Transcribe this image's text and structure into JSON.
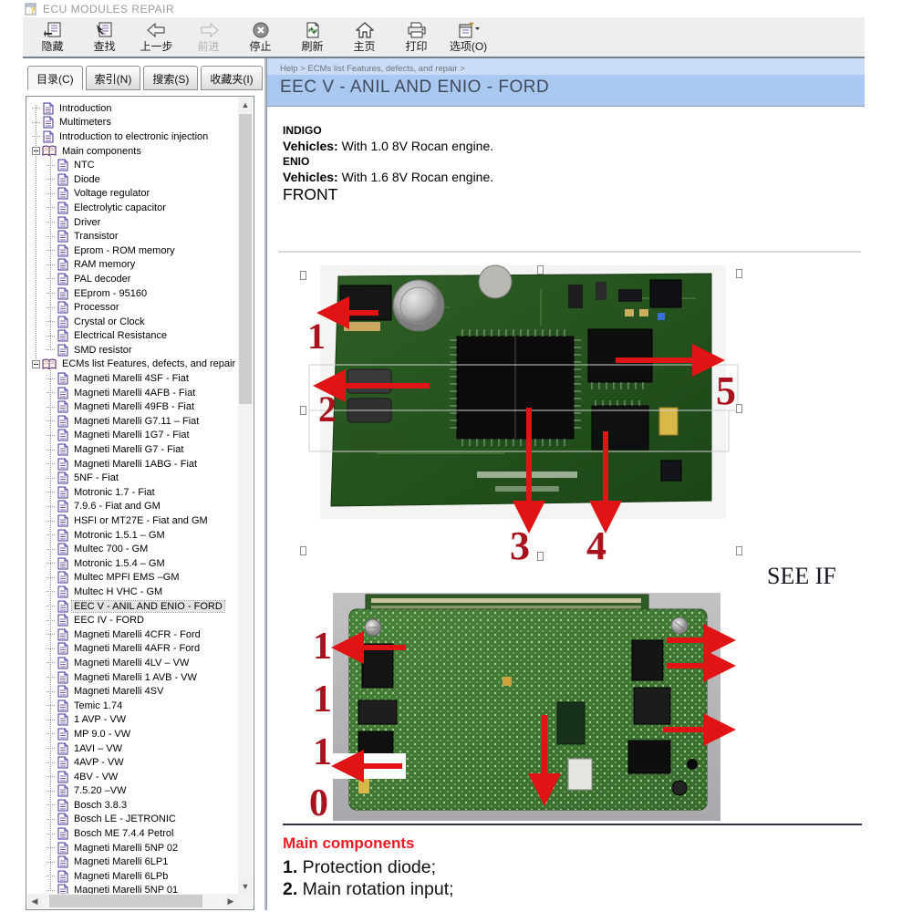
{
  "window": {
    "title": "ECU MODULES REPAIR",
    "toolbar": [
      {
        "label": "隐藏",
        "icon": "hide-panel-icon",
        "disabled": false
      },
      {
        "label": "查找",
        "icon": "locate-icon",
        "disabled": false
      },
      {
        "label": "上一步",
        "icon": "back-arrow-icon",
        "disabled": false
      },
      {
        "label": "前进",
        "icon": "forward-arrow-icon",
        "disabled": true
      },
      {
        "label": "停止",
        "icon": "stop-icon",
        "disabled": false
      },
      {
        "label": "刷新",
        "icon": "refresh-icon",
        "disabled": false
      },
      {
        "label": "主页",
        "icon": "home-icon",
        "disabled": false
      },
      {
        "label": "打印",
        "icon": "print-icon",
        "disabled": false
      },
      {
        "label": "选项(O)",
        "icon": "options-icon",
        "disabled": false
      }
    ]
  },
  "sidebar": {
    "tabs": [
      {
        "label": "目录(C)",
        "active": true
      },
      {
        "label": "索引(N)",
        "active": false
      },
      {
        "label": "搜索(S)",
        "active": false
      },
      {
        "label": "收藏夹(I)",
        "active": false
      }
    ],
    "tree": [
      {
        "label": "Introduction",
        "level": 0,
        "type": "page"
      },
      {
        "label": "Multimeters",
        "level": 0,
        "type": "page"
      },
      {
        "label": "Introduction to electronic injection",
        "level": 0,
        "type": "page"
      },
      {
        "label": "Main components",
        "level": 0,
        "type": "book"
      },
      {
        "label": "NTC",
        "level": 1,
        "type": "page"
      },
      {
        "label": "Diode",
        "level": 1,
        "type": "page"
      },
      {
        "label": "Voltage regulator",
        "level": 1,
        "type": "page"
      },
      {
        "label": "Electrolytic capacitor",
        "level": 1,
        "type": "page"
      },
      {
        "label": "Driver",
        "level": 1,
        "type": "page"
      },
      {
        "label": "Transistor",
        "level": 1,
        "type": "page"
      },
      {
        "label": "Eprom - ROM memory",
        "level": 1,
        "type": "page"
      },
      {
        "label": "RAM memory",
        "level": 1,
        "type": "page"
      },
      {
        "label": "PAL decoder",
        "level": 1,
        "type": "page"
      },
      {
        "label": "EEprom - 95160",
        "level": 1,
        "type": "page"
      },
      {
        "label": "Processor",
        "level": 1,
        "type": "page"
      },
      {
        "label": "Crystal or Clock",
        "level": 1,
        "type": "page"
      },
      {
        "label": "Electrical Resistance",
        "level": 1,
        "type": "page"
      },
      {
        "label": "SMD resistor",
        "level": 1,
        "type": "page"
      },
      {
        "label": "ECMs list Features, defects, and repair",
        "level": 0,
        "type": "book"
      },
      {
        "label": "Magneti Marelli 4SF - Fiat",
        "level": 1,
        "type": "page"
      },
      {
        "label": "Magneti Marelli 4AFB - Fiat",
        "level": 1,
        "type": "page"
      },
      {
        "label": "Magneti Marelli 49FB - Fiat",
        "level": 1,
        "type": "page"
      },
      {
        "label": "Magneti Marelli G7.11 – Fiat",
        "level": 1,
        "type": "page"
      },
      {
        "label": "Magneti Marelli 1G7 - Fiat",
        "level": 1,
        "type": "page"
      },
      {
        "label": "Magneti Marelli G7 - Fiat",
        "level": 1,
        "type": "page"
      },
      {
        "label": "Magneti Marelli 1ABG - Fiat",
        "level": 1,
        "type": "page"
      },
      {
        "label": "5NF - Fiat",
        "level": 1,
        "type": "page"
      },
      {
        "label": "Motronic 1.7 - Fiat",
        "level": 1,
        "type": "page"
      },
      {
        "label": "7.9.6 - Fiat and GM",
        "level": 1,
        "type": "page"
      },
      {
        "label": "HSFI or MT27E - Fiat and GM",
        "level": 1,
        "type": "page"
      },
      {
        "label": "Motronic 1.5.1 – GM",
        "level": 1,
        "type": "page"
      },
      {
        "label": "Multec 700 - GM",
        "level": 1,
        "type": "page"
      },
      {
        "label": "Motronic 1.5.4 – GM",
        "level": 1,
        "type": "page"
      },
      {
        "label": "Multec MPFI EMS –GM",
        "level": 1,
        "type": "page"
      },
      {
        "label": "Multec H VHC - GM",
        "level": 1,
        "type": "page"
      },
      {
        "label": "EEC V - ANIL AND ENIO - FORD",
        "level": 1,
        "type": "page",
        "selected": true
      },
      {
        "label": "EEC IV - FORD",
        "level": 1,
        "type": "page"
      },
      {
        "label": "Magneti Marelli 4CFR - Ford",
        "level": 1,
        "type": "page"
      },
      {
        "label": "Magneti Marelli 4AFR - Ford",
        "level": 1,
        "type": "page"
      },
      {
        "label": "Magneti Marelli 4LV – VW",
        "level": 1,
        "type": "page"
      },
      {
        "label": "Magneti Marelli 1 AVB - VW",
        "level": 1,
        "type": "page"
      },
      {
        "label": "Magneti Marelli 4SV",
        "level": 1,
        "type": "page"
      },
      {
        "label": "Temic 1.74",
        "level": 1,
        "type": "page"
      },
      {
        "label": "1 AVP - VW",
        "level": 1,
        "type": "page"
      },
      {
        "label": "MP 9.0 - VW",
        "level": 1,
        "type": "page"
      },
      {
        "label": "1AVI – VW",
        "level": 1,
        "type": "page"
      },
      {
        "label": "4AVP - VW",
        "level": 1,
        "type": "page"
      },
      {
        "label": "4BV - VW",
        "level": 1,
        "type": "page"
      },
      {
        "label": "7.5.20 –VW",
        "level": 1,
        "type": "page"
      },
      {
        "label": "Bosch 3.8.3",
        "level": 1,
        "type": "page"
      },
      {
        "label": "Bosch LE - JETRONIC",
        "level": 1,
        "type": "page"
      },
      {
        "label": "Bosch ME 7.4.4 Petrol",
        "level": 1,
        "type": "page"
      },
      {
        "label": "Magneti Marelli 5NP 02",
        "level": 1,
        "type": "page"
      },
      {
        "label": "Magneti Marelli 6LP1",
        "level": 1,
        "type": "page"
      },
      {
        "label": "Magneti Marelli 6LPb",
        "level": 1,
        "type": "page"
      },
      {
        "label": "Magneti Marelli 5NP 01",
        "level": 1,
        "type": "page"
      }
    ]
  },
  "content": {
    "breadcrumb": "Help > ECMs list Features, defects, and repair >",
    "title": "EEC V - ANIL AND ENIO - FORD",
    "intro": {
      "h1": "INDIGO",
      "l1": "Vehicles:",
      "t1": " With 1.0 8V Rocan engine.",
      "h2": "ENIO",
      "l2": "Vehicles:",
      "t2": " With 1.6 8V Rocan engine.",
      "section": "FRONT"
    },
    "figure1": {
      "callouts": [
        "1",
        "2",
        "3",
        "4",
        "5"
      ]
    },
    "figure2": {
      "callouts": [
        "1",
        "1",
        "1",
        "0"
      ],
      "note": "SEE IF"
    },
    "footer": {
      "heading": "Main components",
      "items": [
        {
          "num": "1.",
          "text": " Protection diode;"
        },
        {
          "num": "2.",
          "text": " Main rotation input;"
        }
      ]
    },
    "accent_red": "#ed1c24",
    "callout_red": "#a8131d",
    "header_blue": "#abc8f1"
  }
}
